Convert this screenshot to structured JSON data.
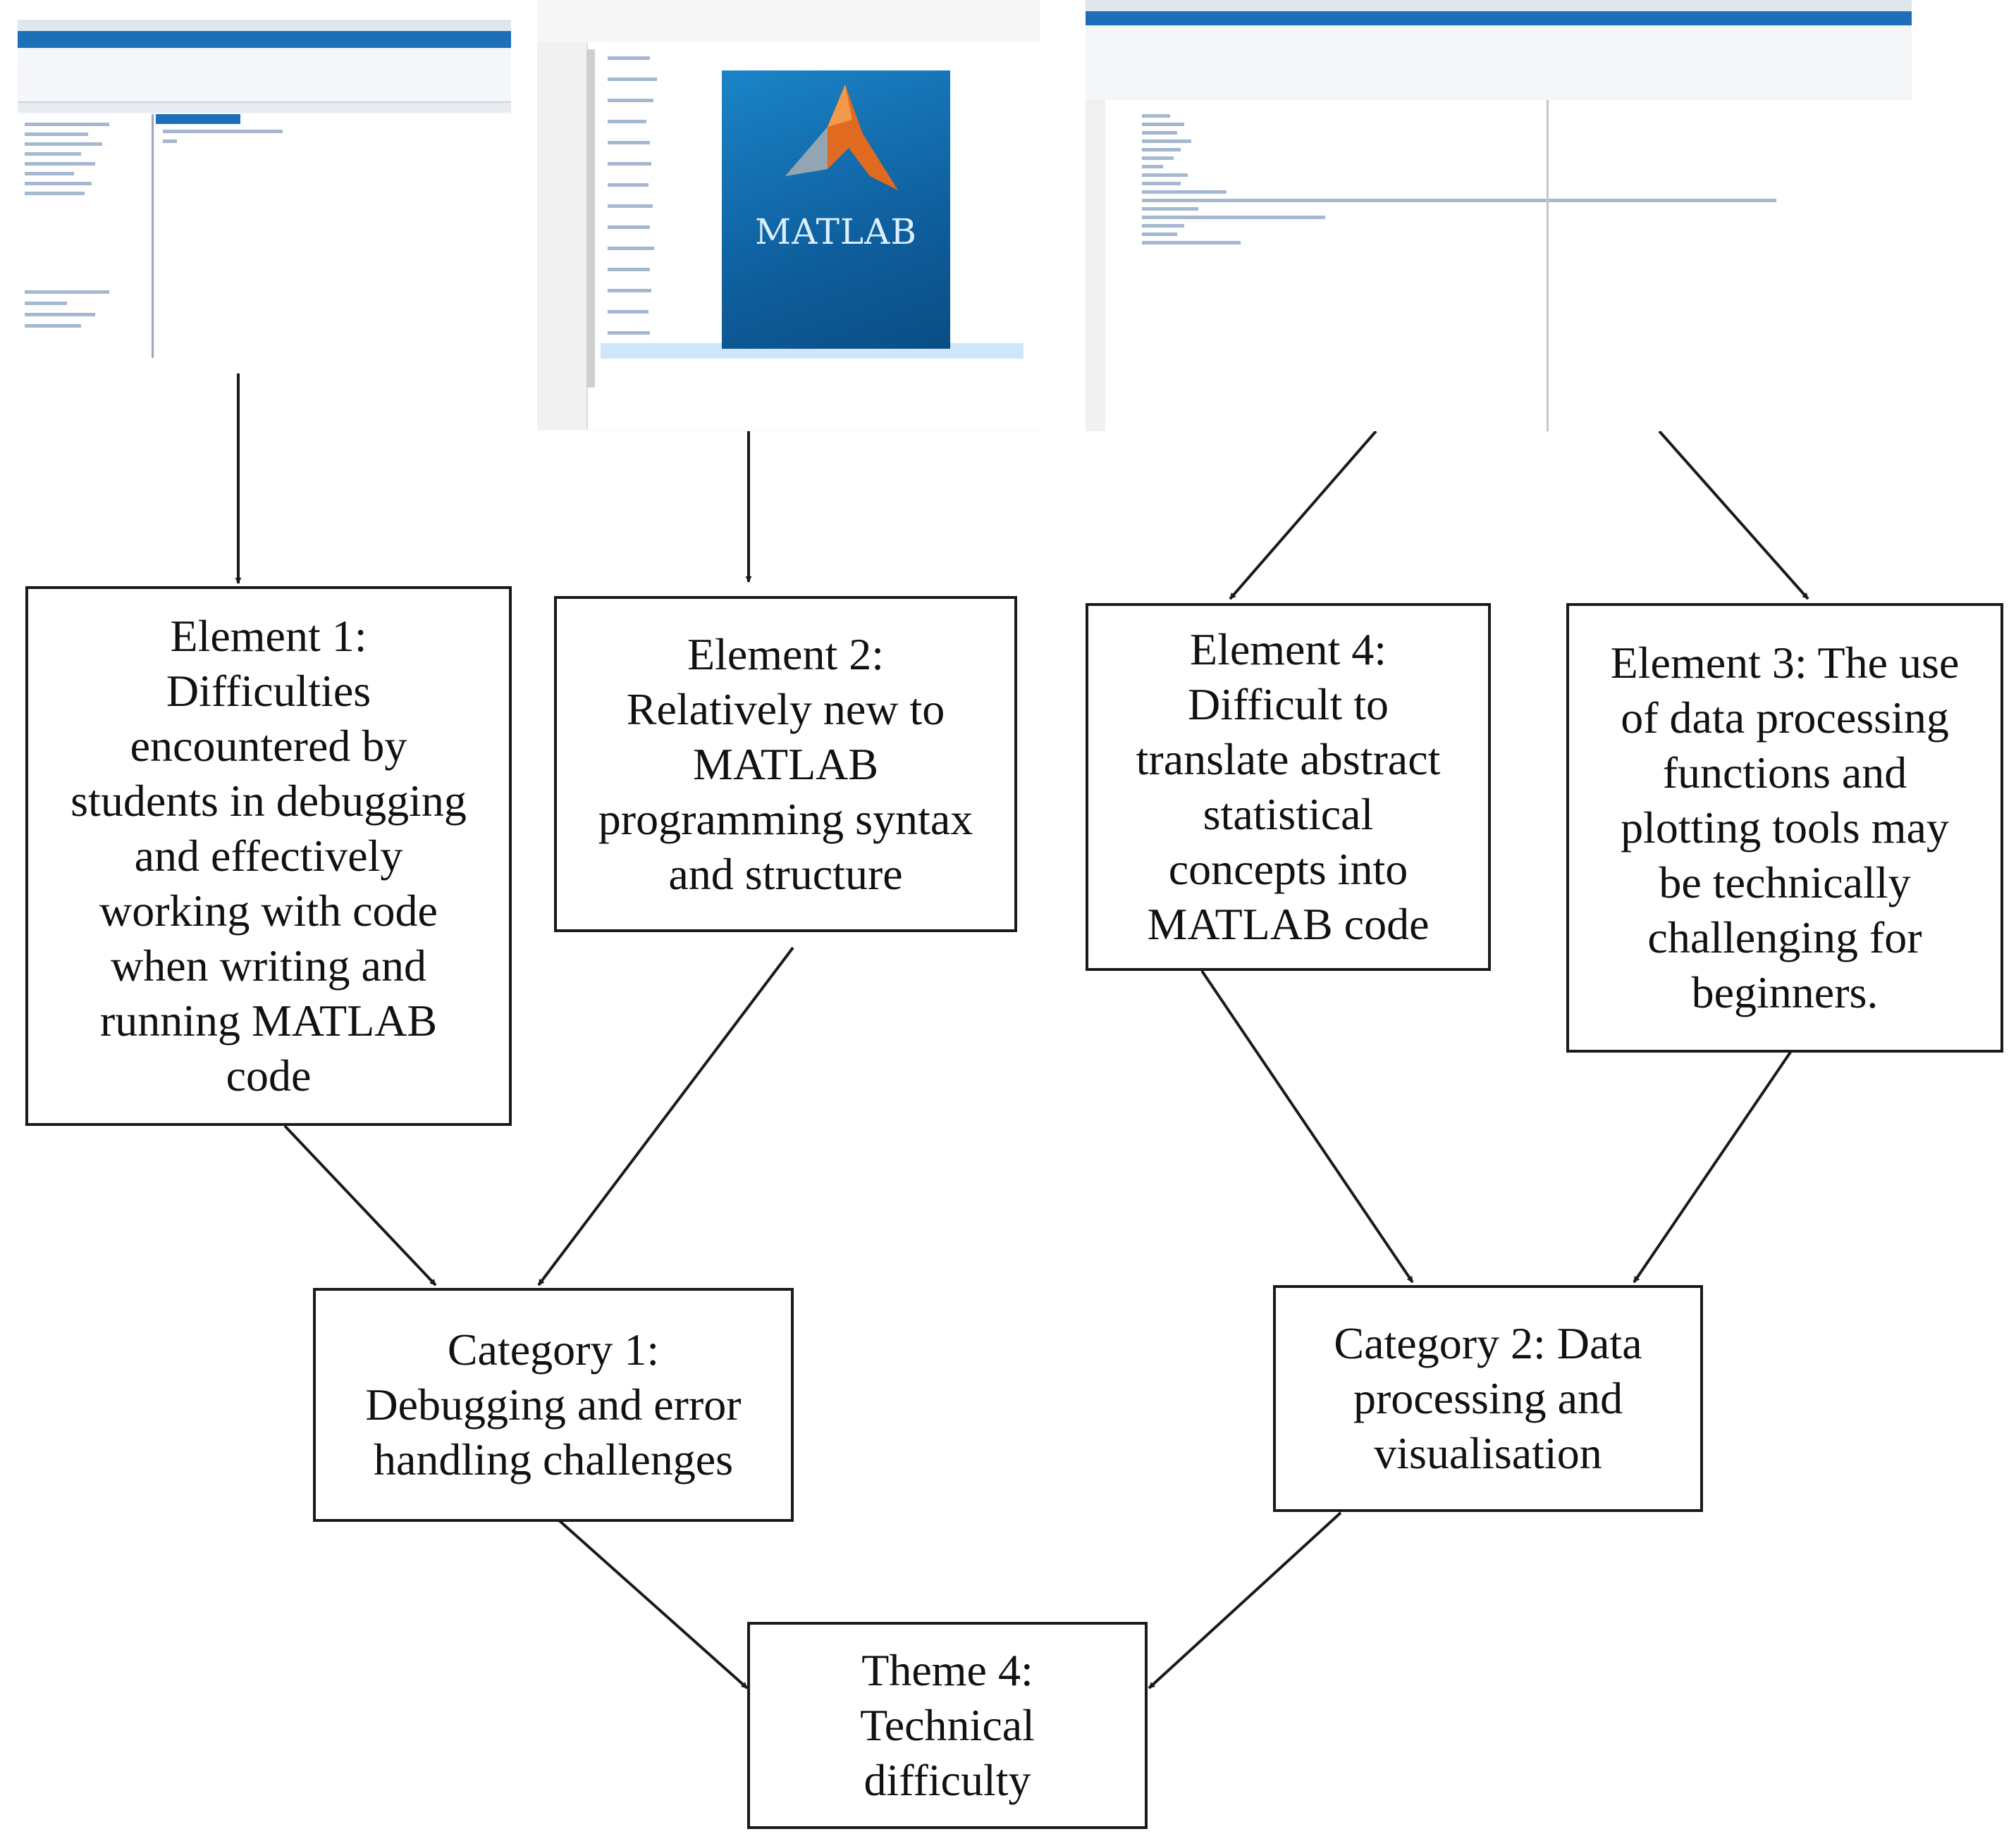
{
  "screenshots": {
    "editor_splash_text": "MATLAB"
  },
  "elements": {
    "element_1": [
      "Element 1:",
      "Difficulties",
      "encountered by",
      "students in debugging",
      "and effectively",
      "working with code",
      "when writing and",
      "running MATLAB",
      "code"
    ],
    "element_2": [
      "Element 2:",
      "Relatively new to",
      "MATLAB",
      "programming syntax",
      "and structure"
    ],
    "element_4": [
      "Element 4:",
      "Difficult to",
      "translate abstract",
      "statistical",
      "concepts into",
      "MATLAB code"
    ],
    "element_3": [
      "Element 3: The use",
      "of data processing",
      "functions and",
      "plotting tools may",
      "be technically",
      "challenging for",
      "beginners."
    ]
  },
  "categories": {
    "category_1": [
      "Category 1:",
      "Debugging and error",
      "handling challenges"
    ],
    "category_2": [
      "Category 2: Data",
      "processing and",
      "visualisation"
    ]
  },
  "theme": {
    "theme_4": [
      "Theme 4:",
      "Technical",
      "difficulty"
    ]
  },
  "colors": {
    "stroke": "#1a1a1a",
    "matlab_blue": "#1d6fb8"
  }
}
